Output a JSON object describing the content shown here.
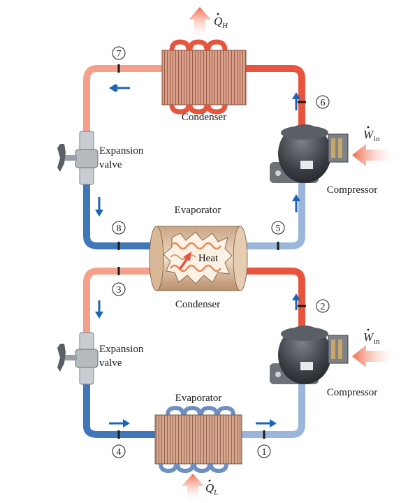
{
  "labels": {
    "condenser_top": "Condenser",
    "evaporator_middle": "Evaporator",
    "heat": "Heat",
    "condenser_middle": "Condenser",
    "evaporator_bottom": "Evaporator",
    "expansion_upper_line1": "Expansion",
    "expansion_upper_line2": "valve",
    "expansion_lower_line1": "Expansion",
    "expansion_lower_line2": "valve",
    "compressor_upper": "Compressor",
    "compressor_lower": "Compressor"
  },
  "quantities": {
    "q_h": "Q",
    "q_h_sub": "H",
    "q_l": "Q",
    "q_l_sub": "L",
    "w_in_upper": "W",
    "w_in_upper_sub": "in",
    "w_in_lower": "W",
    "w_in_lower_sub": "in"
  },
  "state_points": [
    "1",
    "2",
    "3",
    "4",
    "5",
    "6",
    "7",
    "8"
  ],
  "colors": {
    "hot_pipe": "#e8553e",
    "warm_pipe": "#f4a08a",
    "cold_pipe": "#3f77b8",
    "cool_pipe": "#9ab6db",
    "flow_arrow": "#1c64b4",
    "heat_arrow": "#f06a4a",
    "coil_fill": "#d2a38a",
    "compressor_body": "#3a3d42"
  }
}
